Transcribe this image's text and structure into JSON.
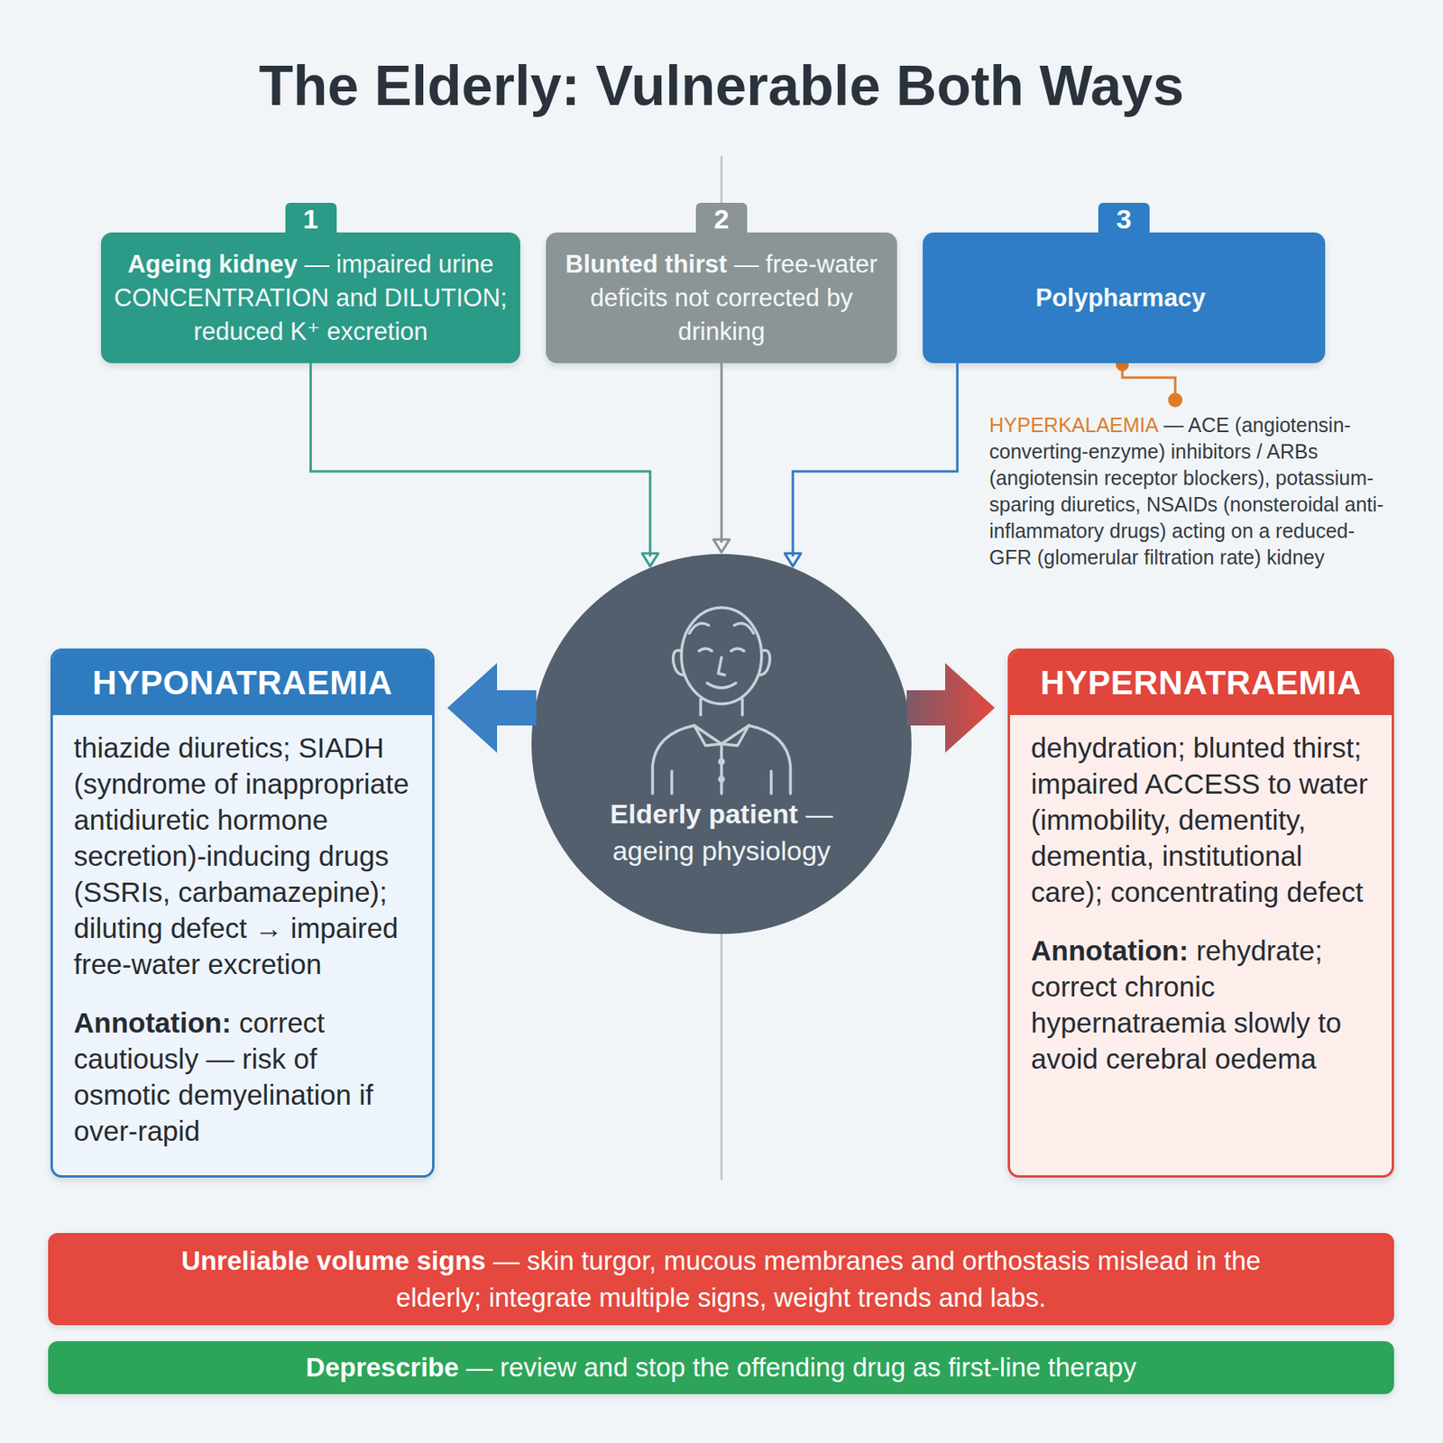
{
  "diagram": {
    "title": "The Elderly: Vulnerable Both Ways",
    "nodes": [
      {
        "text": [
          "1",
          "Ageing kidney",
          "— impaired urine CONCENTRATION and DILUTION; reduced K⁺ excretion"
        ]
      },
      {
        "text": [
          "2",
          "Blunted thirst",
          "— free-water deficits not corrected by drinking"
        ]
      },
      {
        "text": [
          "3",
          "Polypharmacy"
        ]
      },
      {
        "text": [
          "Elderly patient",
          "— ageing physiology"
        ]
      },
      {
        "text": [
          "HYPONATRAEMIA",
          "thiazide diuretics; SIADH (syndrome of inappropriate antidiuretic hormone secretion)-inducing drugs (SSRIs, carbamazepine); diluting defect → impaired free-water excretion",
          "Annotation:",
          "correct cautiously — risk of osmotic demyelination if over-rapid"
        ]
      },
      {
        "text": [
          "HYPERNATRAEMIA",
          "dehydration; blunted thirst; impaired ACCESS to water (immobility, dementity, dementia, institutional care); concentrating defect",
          "Annotation:",
          "rehydrate; correct chronic hypernatraemia slowly to avoid cerebral oedema"
        ]
      },
      {
        "text": [
          "Unreliable volume signs",
          "— skin turgor, mucous membranes and orthostasis mislead in the elderly; integrate multiple signs, weight trends and labs."
        ]
      },
      {
        "text": [
          "Deprescribe",
          "— review and stop the offending drug as first-line therapy"
        ]
      }
    ],
    "edges": [
      {
        "from": 0,
        "to": 3,
        "arrow": "to"
      },
      {
        "from": 1,
        "to": 3,
        "arrow": "to"
      },
      {
        "from": 2,
        "to": 3,
        "arrow": "to"
      },
      {
        "from": 3,
        "to": 4,
        "arrow": "to"
      },
      {
        "from": 3,
        "to": 5,
        "arrow": "to"
      }
    ],
    "labels": [
      "HYPERKALAEMIA",
      "— ACE (angiotensin-converting-enzyme) inhibitors / ARBs (angiotensin receptor blockers), potassium-sparing diuretics, NSAIDs (nonsteroidal anti-inflammatory drugs) acting on a reduced-GFR (glomerular filtration rate) kidney"
    ]
  }
}
